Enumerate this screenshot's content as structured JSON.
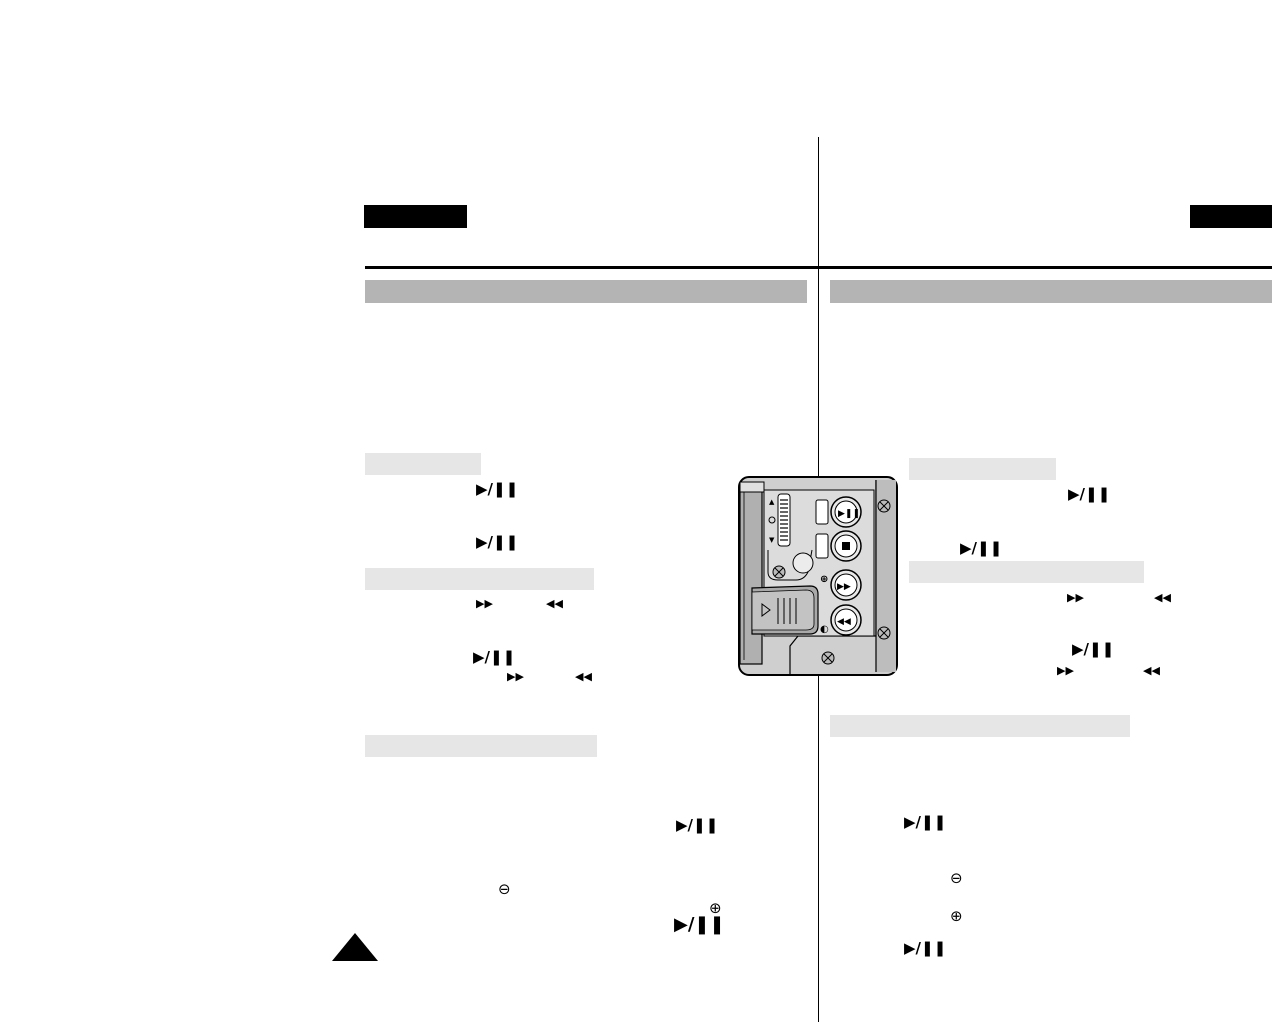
{
  "header": {
    "left_lang_tab": "",
    "right_lang_tab": ""
  },
  "symbols": {
    "play_pause": "▶/❚❚",
    "fast_forward": "▶▶",
    "rewind": "◀◀",
    "minus": "⊖",
    "plus": "⊕"
  },
  "remote_panel": {
    "buttons": [
      "play-pause",
      "stop",
      "fast-forward",
      "rewind"
    ],
    "icons": [
      "screw-icon",
      "volume-slider-icon",
      "tape-door-icon"
    ]
  },
  "colors": {
    "section_bar": "#b4b4b4",
    "sub_bar": "#e6e6e6",
    "ink": "#000000",
    "panel_body": "#c8c8c8",
    "panel_light": "#dcdcdc"
  },
  "page_marker": "triangle-icon"
}
